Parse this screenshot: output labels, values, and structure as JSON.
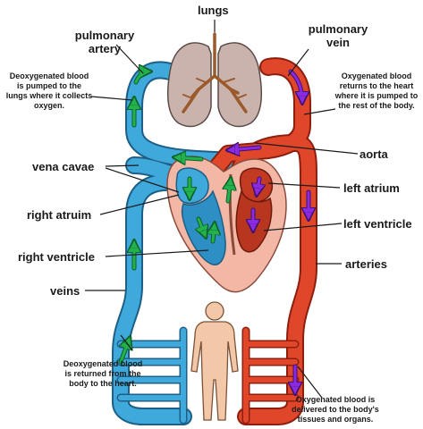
{
  "labels": {
    "lungs": "lungs",
    "pulmonary_artery": "pulmonary\nartery",
    "pulmonary_vein": "pulmonary\nvein",
    "aorta": "aorta",
    "vena_cavae": "vena cavae",
    "right_atrium": "right atruim",
    "left_atrium": "left atrium",
    "left_ventricle": "left ventricle",
    "right_ventricle": "right ventricle",
    "arteries": "arteries",
    "veins": "veins"
  },
  "notes": {
    "deoxygenated_to_lungs": "Deoxygenated blood is pumped to the lungs where it collects oxygen.",
    "oxygenated_returns": "Oxygenated blood returns to the heart where it is pumped to the rest of the body.",
    "deoxygenated_returned": "Deoxygenated blood is returned from the body to the heart.",
    "oxygenated_delivered": "Oxygenated blood is delivered to the body's tissues and organs."
  },
  "colors": {
    "deoxygenated_vessel": "#3fa9dc",
    "oxygenated_vessel": "#e0472a",
    "lungs": "#c9b3ac",
    "heart_outer": "#f3b7a6",
    "flow_arrow_deoxygenated": "#22b14c",
    "flow_arrow_oxygenated": "#8a2be2",
    "body": "#f2c8a8"
  }
}
